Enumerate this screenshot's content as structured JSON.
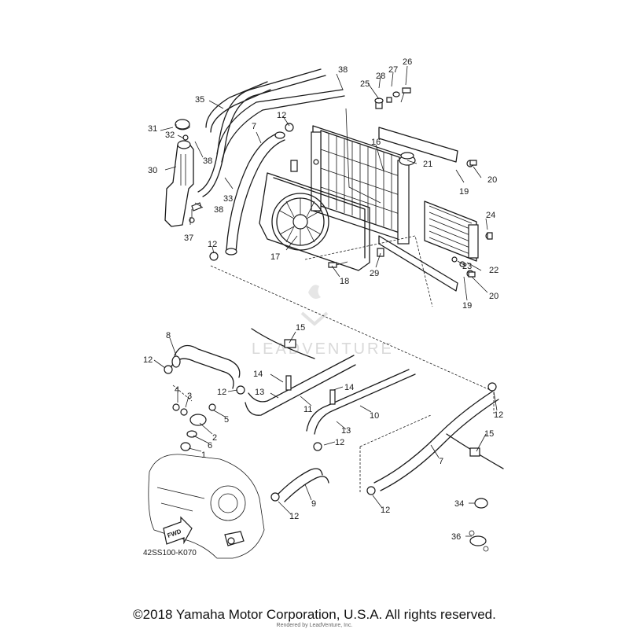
{
  "callouts": [
    "1",
    "2",
    "3",
    "4",
    "5",
    "6",
    "7",
    "7",
    "8",
    "9",
    "10",
    "11",
    "12",
    "12",
    "12",
    "12",
    "12",
    "12",
    "12",
    "12",
    "13",
    "13",
    "14",
    "14",
    "15",
    "15",
    "16",
    "17",
    "18",
    "19",
    "19",
    "20",
    "20",
    "21",
    "22",
    "23",
    "24",
    "25",
    "26",
    "27",
    "28",
    "29",
    "30",
    "31",
    "32",
    "33",
    "34",
    "35",
    "36",
    "37",
    "38",
    "38",
    "38"
  ],
  "diagram_code": "42SS100-K070",
  "fwd_label": "FWD",
  "watermark": "LEADVENTURE",
  "copyright": "©2018 Yamaha Motor Corporation, U.S.A. All rights reserved.",
  "rendered_by": "Rendered by LeadVenture, Inc."
}
